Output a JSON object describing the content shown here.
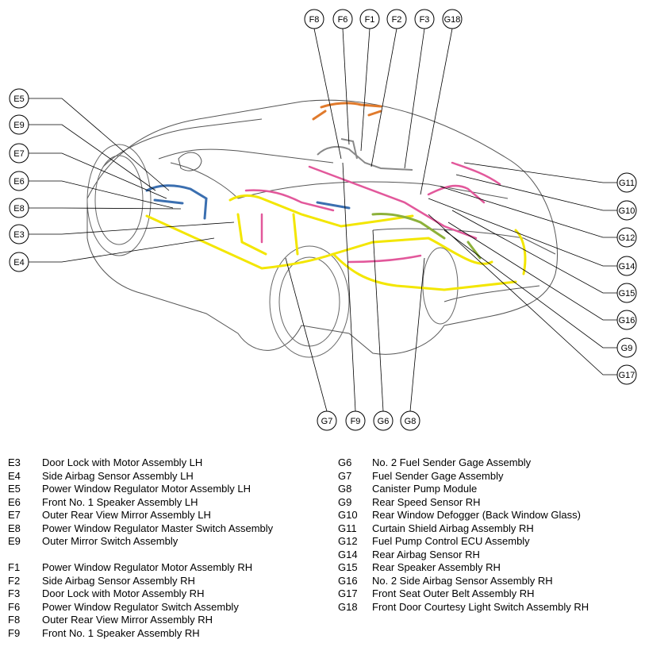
{
  "callouts": {
    "top": [
      "F8",
      "F6",
      "F1",
      "F2",
      "F3",
      "G18"
    ],
    "left": [
      "E5",
      "E9",
      "E7",
      "E6",
      "E8",
      "E3",
      "E4"
    ],
    "right": [
      "G11",
      "G10",
      "G12",
      "G14",
      "G15",
      "G16",
      "G9",
      "G17"
    ],
    "bottom": [
      "G7",
      "F9",
      "G6",
      "G8"
    ]
  },
  "legend": {
    "left_group1": [
      {
        "code": "E3",
        "label": "Door Lock with Motor Assembly LH"
      },
      {
        "code": "E4",
        "label": "Side Airbag Sensor Assembly LH"
      },
      {
        "code": "E5",
        "label": "Power Window Regulator Motor Assembly LH"
      },
      {
        "code": "E6",
        "label": "Front No. 1 Speaker Assembly LH"
      },
      {
        "code": "E7",
        "label": "Outer Rear View Mirror Assembly LH"
      },
      {
        "code": "E8",
        "label": "Power Window Regulator Master Switch Assembly"
      },
      {
        "code": "E9",
        "label": "Outer Mirror Switch Assembly"
      }
    ],
    "left_group2": [
      {
        "code": "F1",
        "label": "Power Window Regulator Motor Assembly RH"
      },
      {
        "code": "F2",
        "label": "Side Airbag Sensor Assembly RH"
      },
      {
        "code": "F3",
        "label": "Door Lock with Motor Assembly RH"
      },
      {
        "code": "F6",
        "label": "Power Window Regulator Switch Assembly"
      },
      {
        "code": "F8",
        "label": "Outer Rear View Mirror Assembly RH"
      },
      {
        "code": "F9",
        "label": "Front No. 1 Speaker Assembly RH"
      }
    ],
    "right_group": [
      {
        "code": "G6",
        "label": "No. 2 Fuel Sender Gage Assembly"
      },
      {
        "code": "G7",
        "label": "Fuel Sender Gage Assembly"
      },
      {
        "code": "G8",
        "label": "Canister Pump Module"
      },
      {
        "code": "G9",
        "label": "Rear Speed Sensor RH"
      },
      {
        "code": "G10",
        "label": "Rear Window Defogger (Back Window Glass)"
      },
      {
        "code": "G11",
        "label": "Curtain Shield Airbag Assembly RH"
      },
      {
        "code": "G12",
        "label": "Fuel Pump Control ECU Assembly"
      },
      {
        "code": "G14",
        "label": "Rear Airbag Sensor RH"
      },
      {
        "code": "G15",
        "label": "Rear Speaker Assembly RH"
      },
      {
        "code": "G16",
        "label": "No. 2 Side Airbag Sensor Assembly RH"
      },
      {
        "code": "G17",
        "label": "Front Seat Outer Belt Assembly RH"
      },
      {
        "code": "G18",
        "label": "Front Door Courtesy Light Switch Assembly RH"
      }
    ]
  },
  "colors": {
    "wire_yellow": "#f3e600",
    "wire_pink": "#e2589b",
    "wire_blue": "#3b6fb0",
    "wire_orange": "#e07a2c",
    "wire_green": "#8db13a",
    "line": "#000000"
  }
}
